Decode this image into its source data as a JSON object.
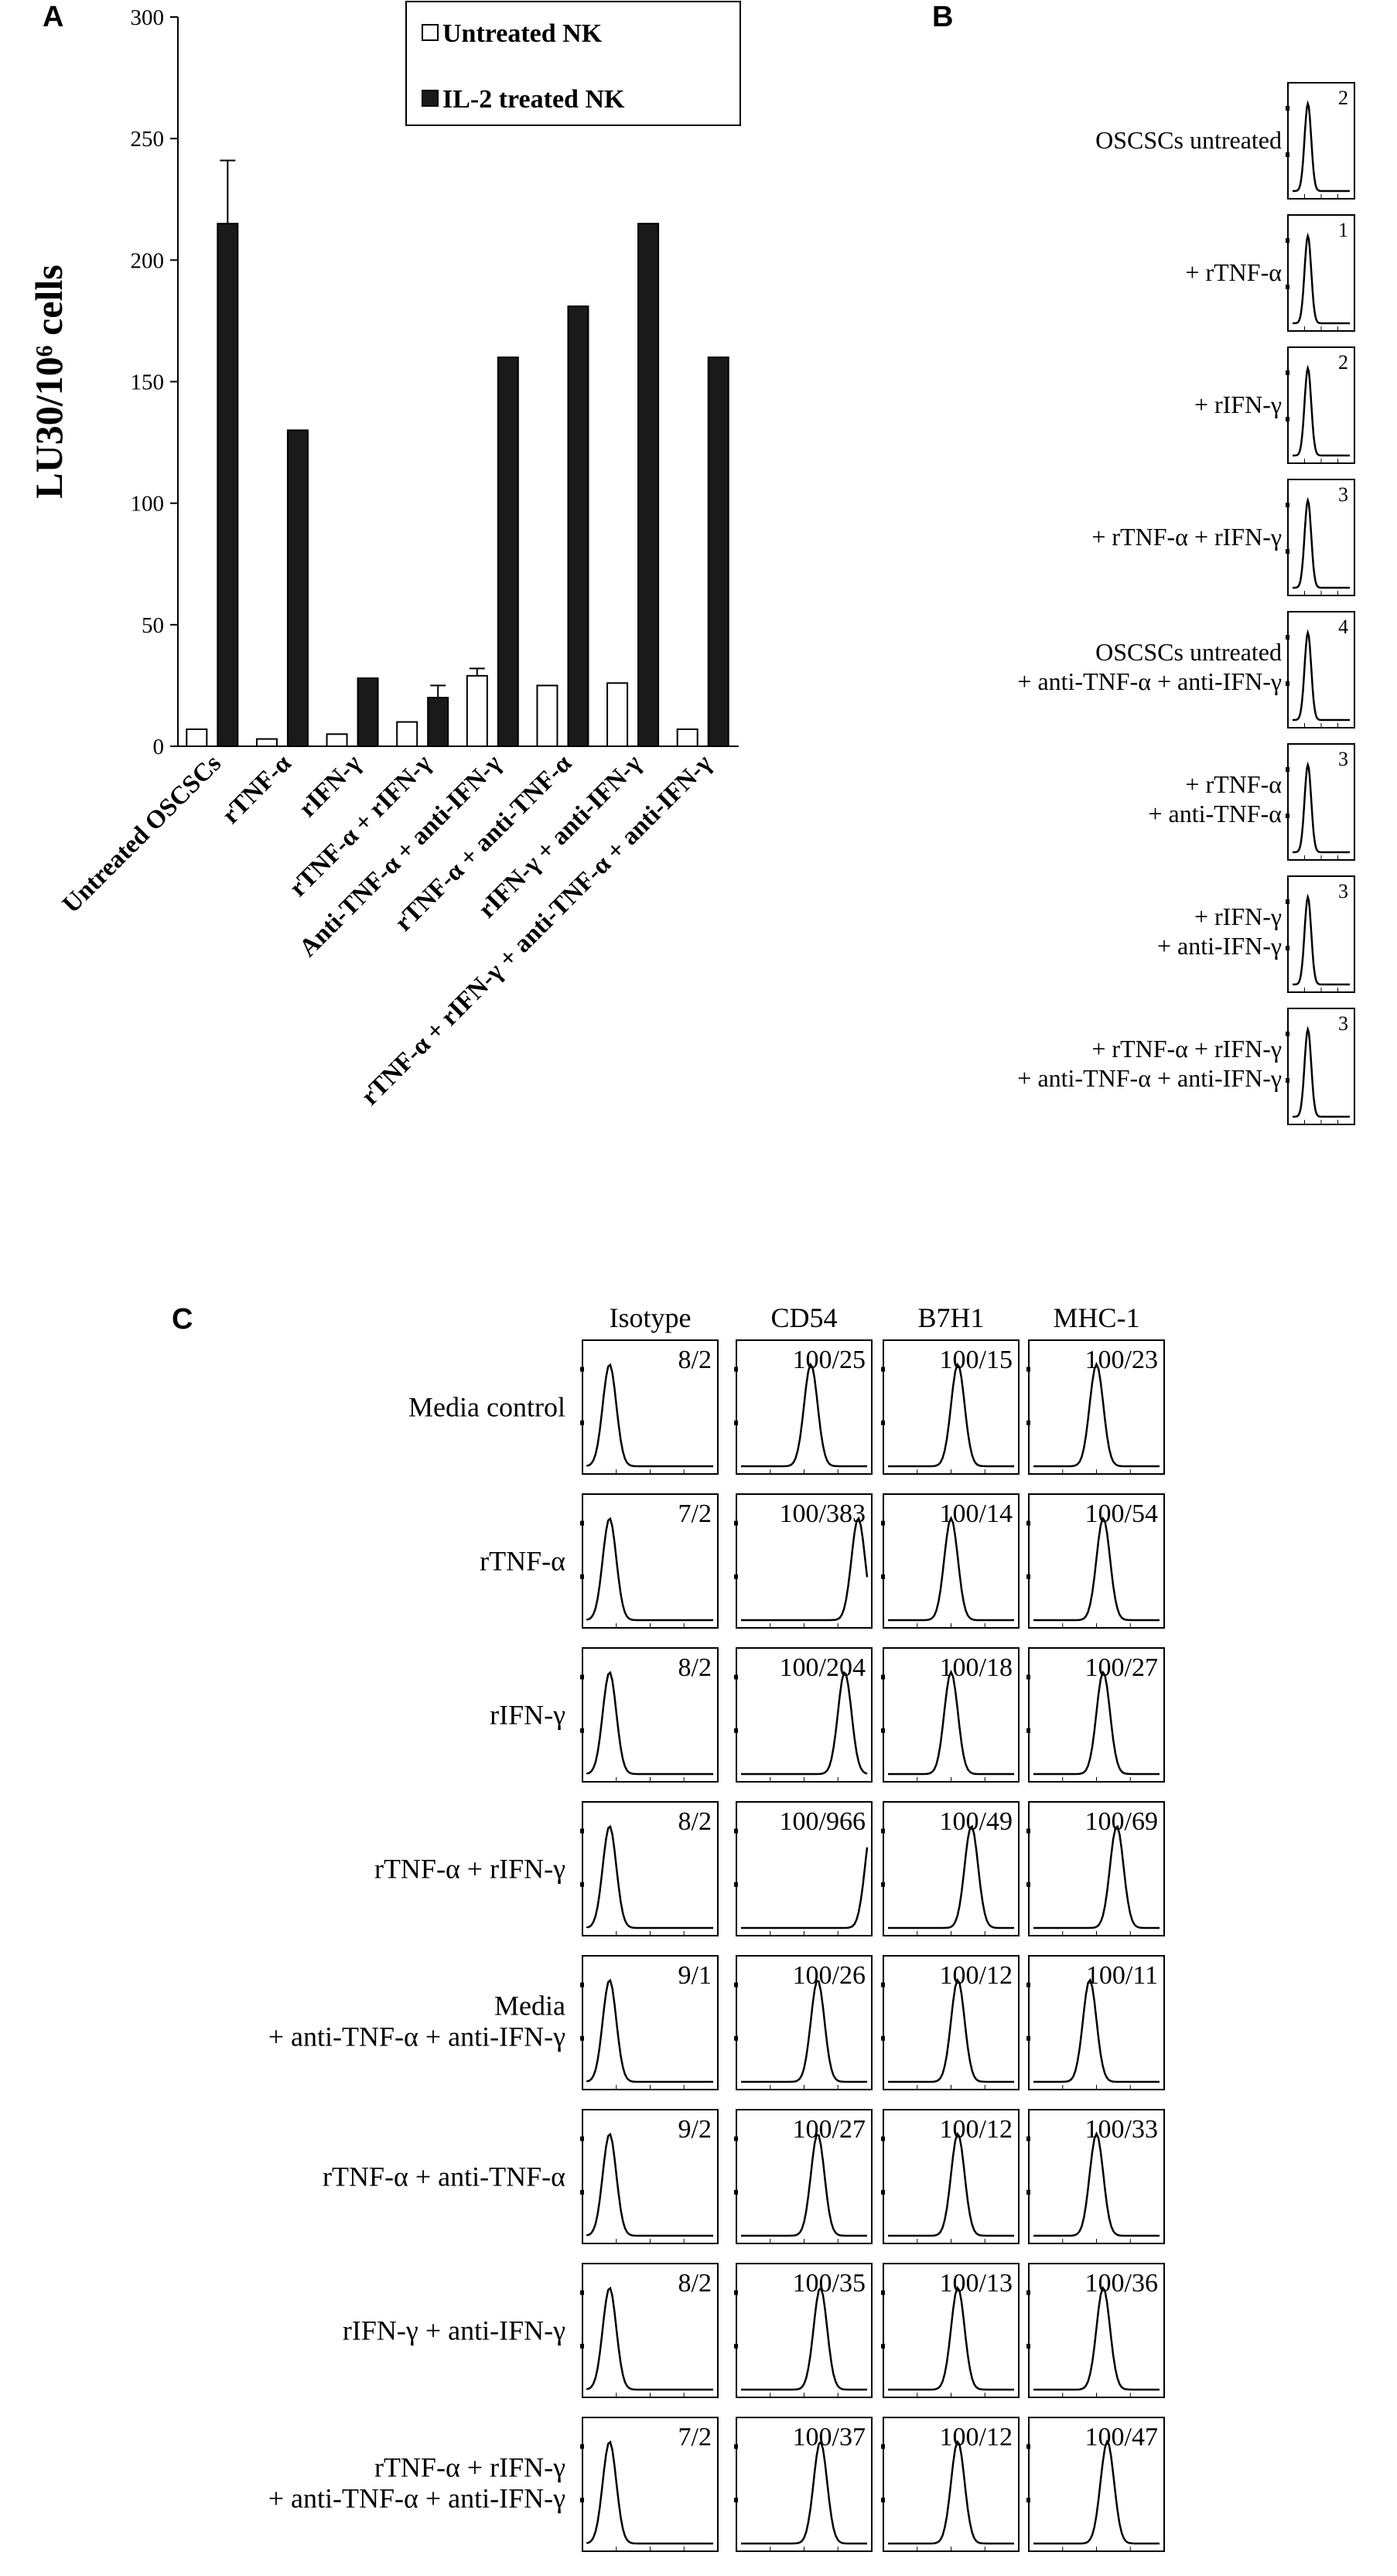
{
  "chart_data": [
    {
      "type": "bar",
      "panel": "A",
      "ylabel": "LU30/10⁶ cells",
      "ylim": [
        0,
        300
      ],
      "yticks": [
        0,
        50,
        100,
        150,
        200,
        250,
        300
      ],
      "legend_position": "top-center",
      "categories": [
        "Untreated OSCSCs",
        "rTNF-α",
        "rIFN-γ",
        "rTNF-α + rIFN-γ",
        "Anti-TNF-α + anti-IFN-γ",
        "rTNF-α + anti-TNF-α",
        "rIFN-γ + anti-IFN-γ",
        "rTNF-α + rIFN-γ + anti-TNF-α + anti-IFN-γ"
      ],
      "series": [
        {
          "name": "Untreated NK",
          "color": "#ffffff",
          "values": [
            7,
            3,
            5,
            10,
            29,
            25,
            26,
            7
          ],
          "errors": [
            0,
            0,
            0,
            0,
            3,
            0,
            0,
            0
          ]
        },
        {
          "name": "IL-2 treated NK",
          "color": "#1a1a1a",
          "values": [
            215,
            130,
            28,
            20,
            160,
            181,
            215,
            160
          ],
          "errors": [
            26,
            0,
            0,
            5,
            0,
            0,
            0,
            0
          ]
        }
      ]
    },
    {
      "type": "histogram",
      "panel": "B",
      "conditions": [
        {
          "label": [
            "OSCSCs untreated"
          ],
          "value": "2"
        },
        {
          "label": [
            "+ rTNF-α"
          ],
          "value": "1"
        },
        {
          "label": [
            "+ rIFN-γ"
          ],
          "value": "2"
        },
        {
          "label": [
            "+ rTNF-α + rIFN-γ"
          ],
          "value": "3"
        },
        {
          "label": [
            "OSCSCs untreated",
            "+ anti-TNF-α + anti-IFN-γ"
          ],
          "value": "4"
        },
        {
          "label": [
            "+ rTNF-α",
            "+ anti-TNF-α"
          ],
          "value": "3"
        },
        {
          "label": [
            "+ rIFN-γ",
            "+ anti-IFN-γ"
          ],
          "value": "3"
        },
        {
          "label": [
            "+ rTNF-α + rIFN-γ",
            "+ anti-TNF-α + anti-IFN-γ"
          ],
          "value": "3"
        }
      ]
    },
    {
      "type": "histogram-grid",
      "panel": "C",
      "columns": [
        "Isotype",
        "CD54",
        "B7H1",
        "MHC-1"
      ],
      "rows": [
        {
          "label": [
            "Media control"
          ],
          "values": [
            "8/2",
            "100/25",
            "100/15",
            "100/23"
          ],
          "peaks": [
            0.2,
            0.55,
            0.55,
            0.5
          ]
        },
        {
          "label": [
            "rTNF-α"
          ],
          "values": [
            "7/2",
            "100/383",
            "100/14",
            "100/54"
          ],
          "peaks": [
            0.2,
            0.9,
            0.5,
            0.55
          ]
        },
        {
          "label": [
            "rIFN-γ"
          ],
          "values": [
            "8/2",
            "100/204",
            "100/18",
            "100/27"
          ],
          "peaks": [
            0.2,
            0.8,
            0.5,
            0.55
          ]
        },
        {
          "label": [
            "rTNF-α + rIFN-γ"
          ],
          "values": [
            "8/2",
            "100/966",
            "100/49",
            "100/69"
          ],
          "peaks": [
            0.2,
            1.0,
            0.65,
            0.65
          ]
        },
        {
          "label": [
            "Media",
            "+ anti-TNF-α + anti-IFN-γ"
          ],
          "values": [
            "9/1",
            "100/26",
            "100/12",
            "100/11"
          ],
          "peaks": [
            0.2,
            0.6,
            0.55,
            0.45
          ]
        },
        {
          "label": [
            "rTNF-α + anti-TNF-α"
          ],
          "values": [
            "9/2",
            "100/27",
            "100/12",
            "100/33"
          ],
          "peaks": [
            0.2,
            0.6,
            0.55,
            0.5
          ]
        },
        {
          "label": [
            "rIFN-γ + anti-IFN-γ"
          ],
          "values": [
            "8/2",
            "100/35",
            "100/13",
            "100/36"
          ],
          "peaks": [
            0.2,
            0.62,
            0.55,
            0.55
          ]
        },
        {
          "label": [
            "rTNF-α + rIFN-γ",
            "+ anti-TNF-α + anti-IFN-γ"
          ],
          "values": [
            "7/2",
            "100/37",
            "100/12",
            "100/47"
          ],
          "peaks": [
            0.2,
            0.62,
            0.55,
            0.58
          ]
        }
      ]
    }
  ]
}
